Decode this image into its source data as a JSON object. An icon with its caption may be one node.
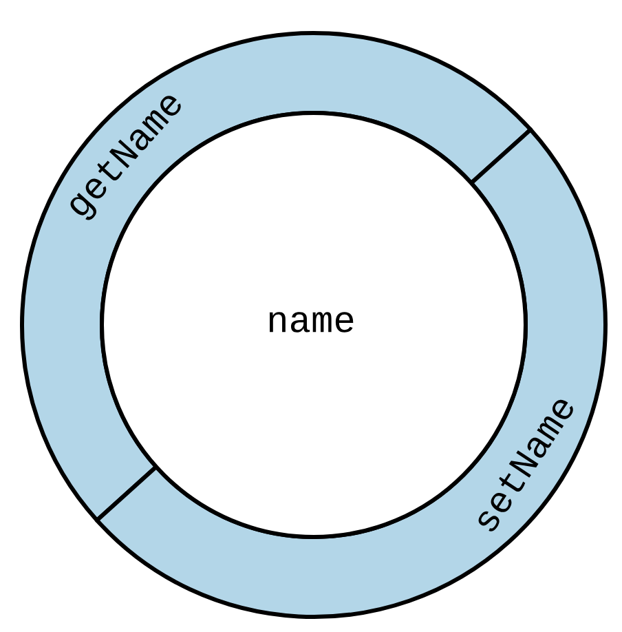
{
  "diagram": {
    "nodes": [
      {
        "text": [
          "getName"
        ]
      },
      {
        "text": [
          "setName"
        ]
      },
      {
        "text": [
          "name"
        ]
      }
    ]
  }
}
